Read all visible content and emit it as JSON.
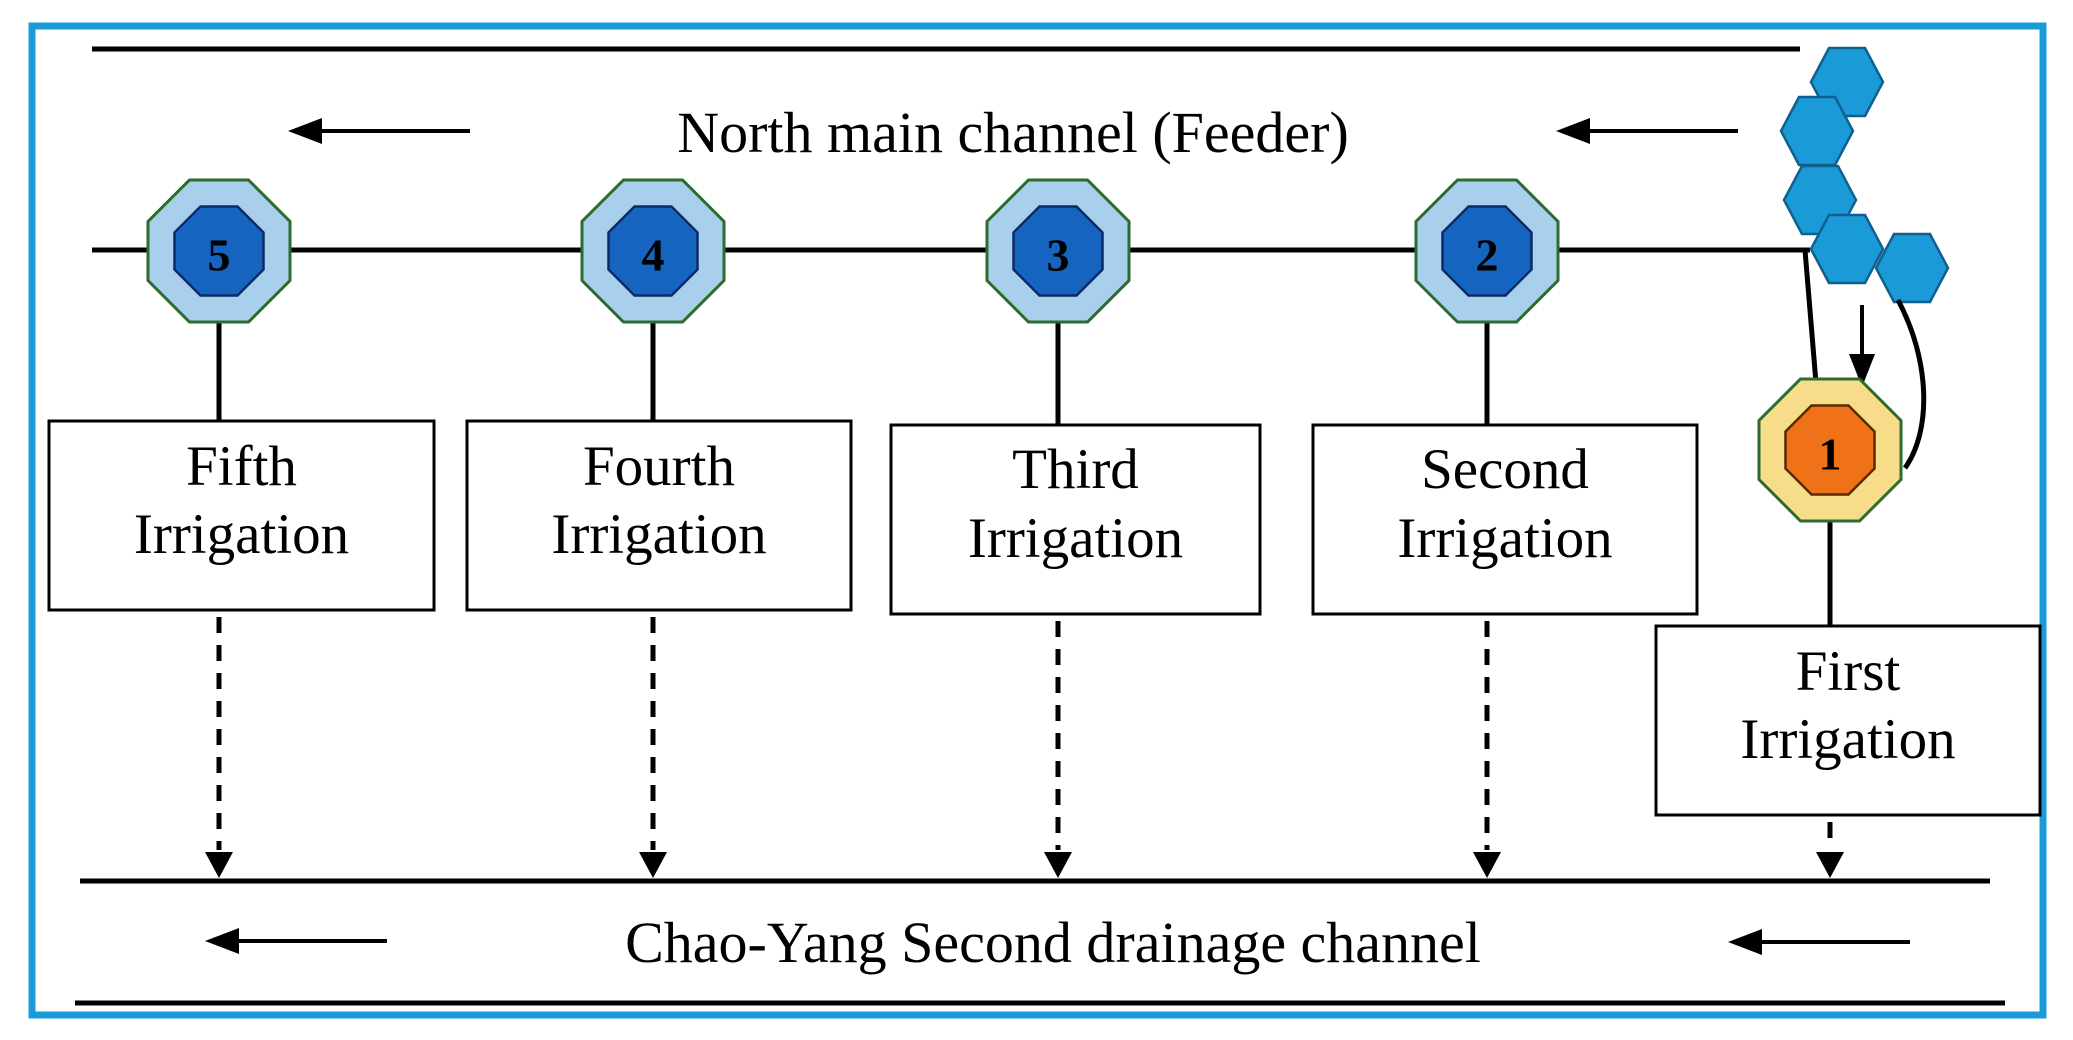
{
  "title_top": "North main channel (Feeder)",
  "title_bottom": "Chao-Yang Second drainage channel",
  "colors": {
    "frame": "#1a9bd7",
    "gate_blue_outer": "#a8d0ec",
    "gate_blue_inner": "#1565c0",
    "gate_orange_outer": "#f7dc8a",
    "gate_orange_inner": "#f07218",
    "source_hexagons": "#1a9bd7"
  },
  "flow_direction": "right-to-left",
  "gates": [
    {
      "number": "5",
      "color": "blue"
    },
    {
      "number": "4",
      "color": "blue"
    },
    {
      "number": "3",
      "color": "blue"
    },
    {
      "number": "2",
      "color": "blue"
    },
    {
      "number": "1",
      "color": "orange"
    }
  ],
  "irrigations": [
    {
      "line1": "Fifth",
      "line2": "Irrigation"
    },
    {
      "line1": "Fourth",
      "line2": "Irrigation"
    },
    {
      "line1": "Third",
      "line2": "Irrigation"
    },
    {
      "line1": "Second",
      "line2": "Irrigation"
    },
    {
      "line1": "First",
      "line2": "Irrigation"
    }
  ]
}
